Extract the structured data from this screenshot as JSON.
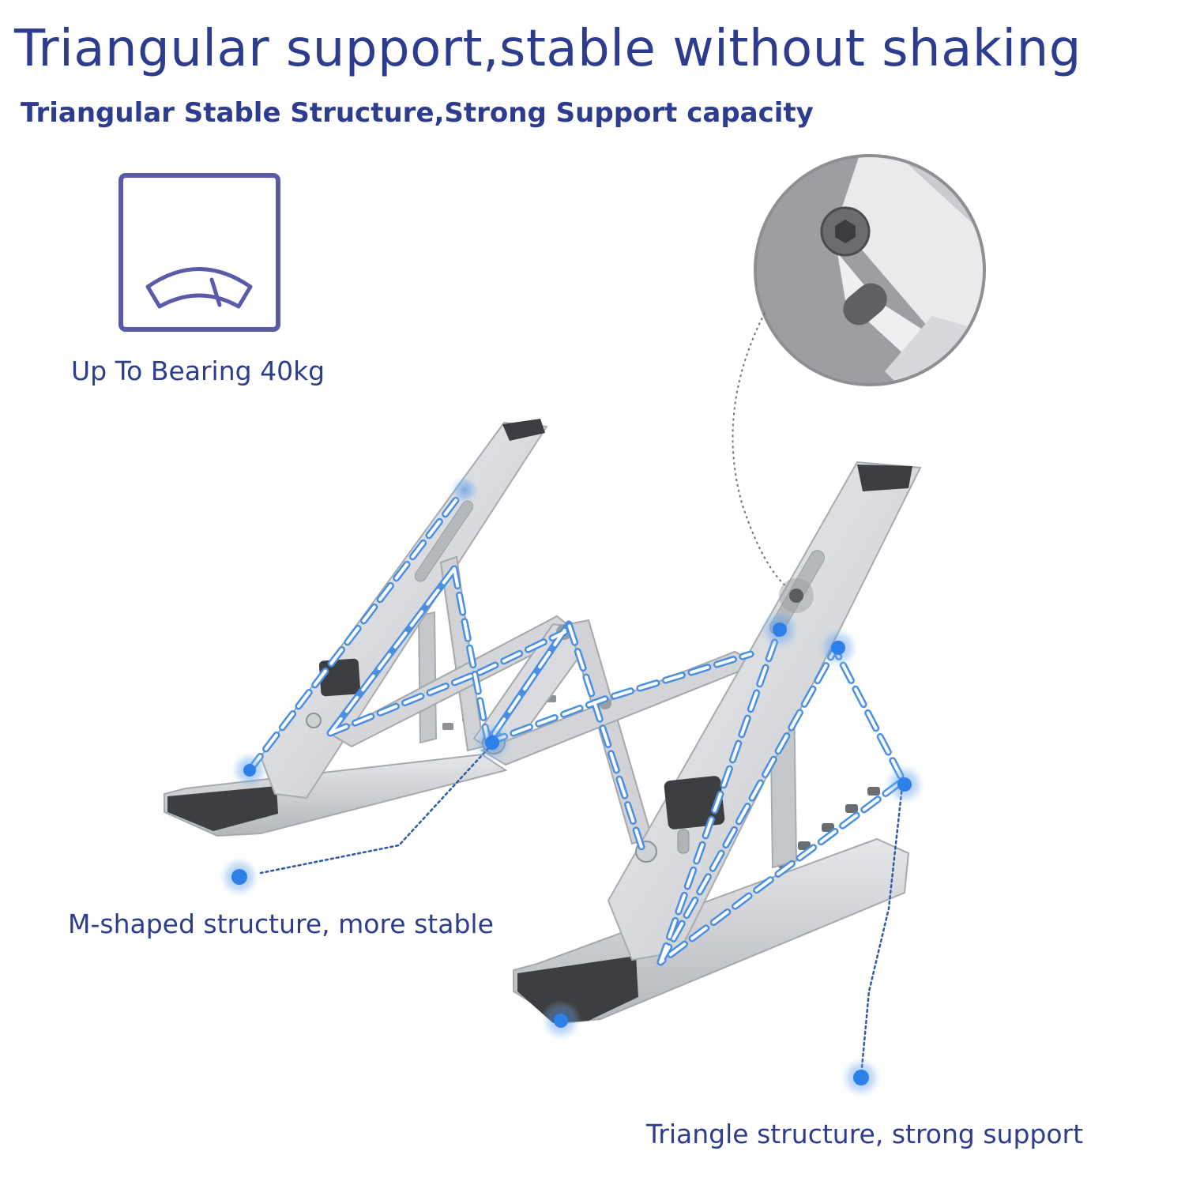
{
  "header": {
    "title": "Triangular support,stable without shaking",
    "subtitle": "Triangular Stable Structure,Strong Support capacity"
  },
  "features": {
    "weight": {
      "label": "Up To Bearing 40kg",
      "icon": "weight-scale-icon"
    },
    "m_structure": {
      "label": "M-shaped structure, more stable"
    },
    "triangle_structure": {
      "label": "Triangle structure, strong support"
    }
  },
  "colors": {
    "text": "#2d3c8e",
    "icon_frame": "#5a5aa8",
    "marker_blue": "#2f7fe8",
    "dash_blue": "#4a90e2",
    "metal": "#d9dbde",
    "pad": "#3c3e42",
    "zoom_grey": "#9c9ea1"
  }
}
